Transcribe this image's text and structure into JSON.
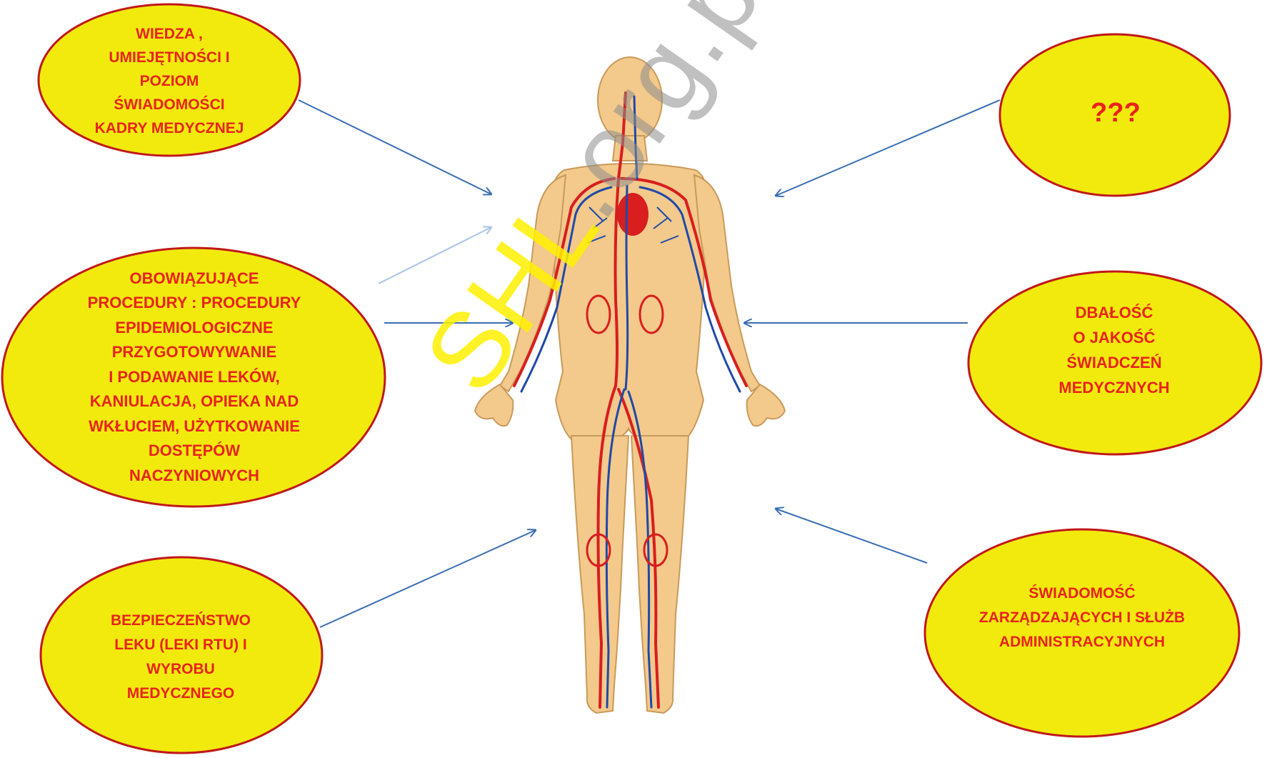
{
  "boxes": {
    "top_left": "WIEDZA ,\nUMIEJĘTNOŚCI I\nPOZIOM\nŚWIADOMOŚCI\nKADRY MEDYCZNEJ",
    "mid_left": "OBOWIĄZUJĄCE\nPROCEDURY : PROCEDURY\nEPIDEMIOLOGICZNE\nPRZYGOTOWYWANIE\nI PODAWANIE LEKÓW,\nKANIULACJA, OPIEKA  NAD\nWKŁUCIEM, UŻYTKOWANIE\nDOSTĘPÓW\nNACZYNIOWYCH",
    "bottom_left": "BEZPIECZEŃSTWO\nLEKU (LEKI RTU) I\nWYROBU\nMEDYCZNEGO",
    "top_right": "???",
    "mid_right": "DBAŁOŚĆ\nO JAKOŚĆ\nŚWIADCZEŃ\nMEDYCZNYCH",
    "bottom_right": "ŚWIADOMOŚĆ\nZARZĄDZAJĄCYCH I SŁUŻB\nADMINISTRACYJNYCH"
  },
  "watermark": {
    "text_yellow": "SHL",
    "text_gray": ".org.pl"
  },
  "colors": {
    "ellipse_fill": "#f2ea0d",
    "ellipse_stroke": "#c0181a",
    "text": "#e8231a",
    "arrow": "#3a6db5",
    "skin": "#f3c98c",
    "artery": "#d81e1e",
    "vein": "#1f49a8"
  },
  "figure_icon": "human-circulatory-system-icon"
}
